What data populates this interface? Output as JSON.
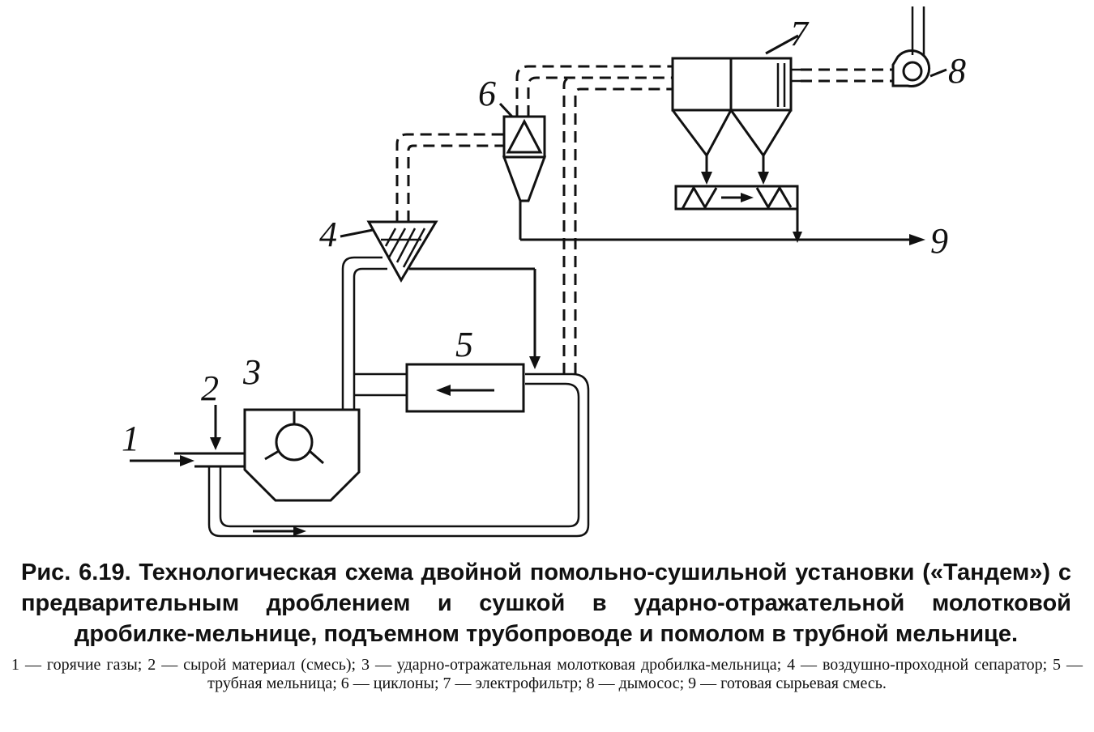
{
  "labels": {
    "n1": "1",
    "n2": "2",
    "n3": "3",
    "n4": "4",
    "n5": "5",
    "n6": "6",
    "n7": "7",
    "n8": "8",
    "n9": "9"
  },
  "caption": {
    "title": "Рис. 6.19. Технологическая схема двойной помольно-сушильной установки («Тан­дем») с предварительным дроблением и сушкой в ударно-отражательной молотковой дробилке-мельнице, подъемном трубопроводе и помолом в трубной мельнице.",
    "legend": "1 — горячие газы; 2 — сырой материал (смесь); 3 — ударно-отражательная молотковая дробилка-мельница; 4 — воздушно-проходной сепаратор; 5 — трубная мельница; 6 — циклоны; 7 — электрофильтр; 8 — дымосос; 9 — готовая сырьевая смесь."
  }
}
